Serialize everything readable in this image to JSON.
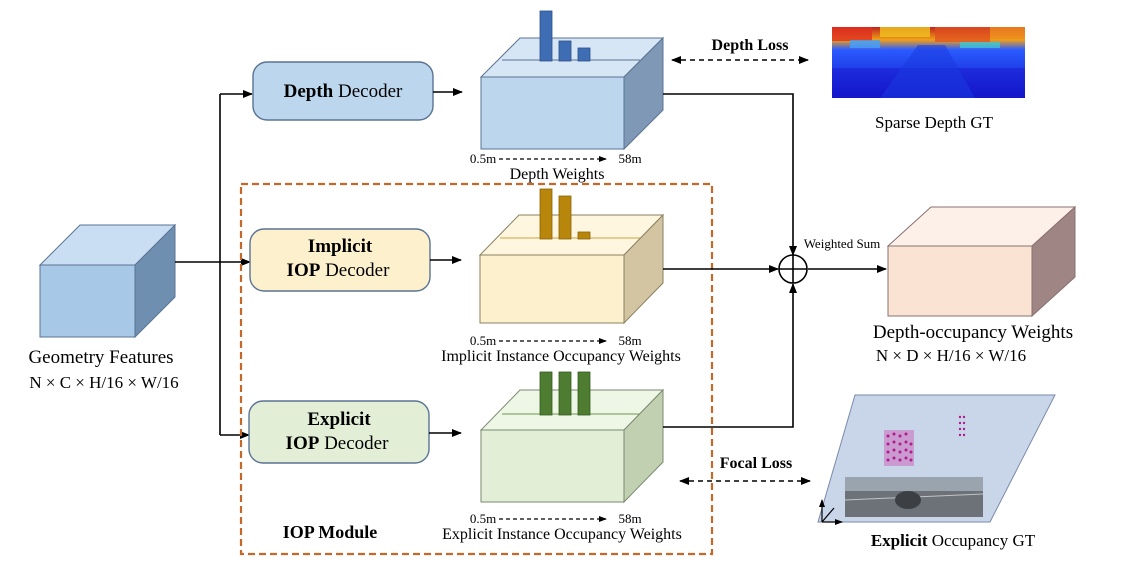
{
  "geometry": {
    "label": "Geometry Features",
    "dims": "N × C × H/16 × W/16"
  },
  "depth_decoder": {
    "bold": "Depth",
    "rest": " Decoder"
  },
  "implicit_decoder": {
    "line1": "Implicit",
    "bold": "IOP",
    "rest": " Decoder"
  },
  "explicit_decoder": {
    "line1": "Explicit",
    "bold": "IOP",
    "rest": " Decoder"
  },
  "depth_weights": {
    "label": "Depth Weights",
    "range_start": "0.5m",
    "range_end": "58m"
  },
  "implicit_weights": {
    "label": "Implicit Instance Occupancy Weights",
    "range_start": "0.5m",
    "range_end": "58m"
  },
  "explicit_weights": {
    "label": "Explicit Instance Occupancy Weights",
    "range_start": "0.5m",
    "range_end": "58m"
  },
  "depth_loss": "Depth Loss",
  "focal_loss": "Focal Loss",
  "sparse_depth_gt": "Sparse Depth GT",
  "weighted_sum": "Weighted Sum",
  "output": {
    "label": "Depth-occupancy Weights",
    "dims": "N × D × H/16 × W/16"
  },
  "module_label": "IOP Module",
  "explicit_gt": {
    "bold": "Explicit",
    "rest": " Occupancy GT"
  },
  "colors": {
    "geometry_cube": "#a8c8e8",
    "depth_cube": "#bcd6ee",
    "implicit_cube": "#fdf0cc",
    "explicit_cube": "#e2efd6",
    "output_cube": "#fbe3d4",
    "depth_bars": "#3e6db4",
    "implicit_bars": "#b8860b",
    "explicit_bars": "#4e7d32",
    "module_border": "#c5692a"
  }
}
